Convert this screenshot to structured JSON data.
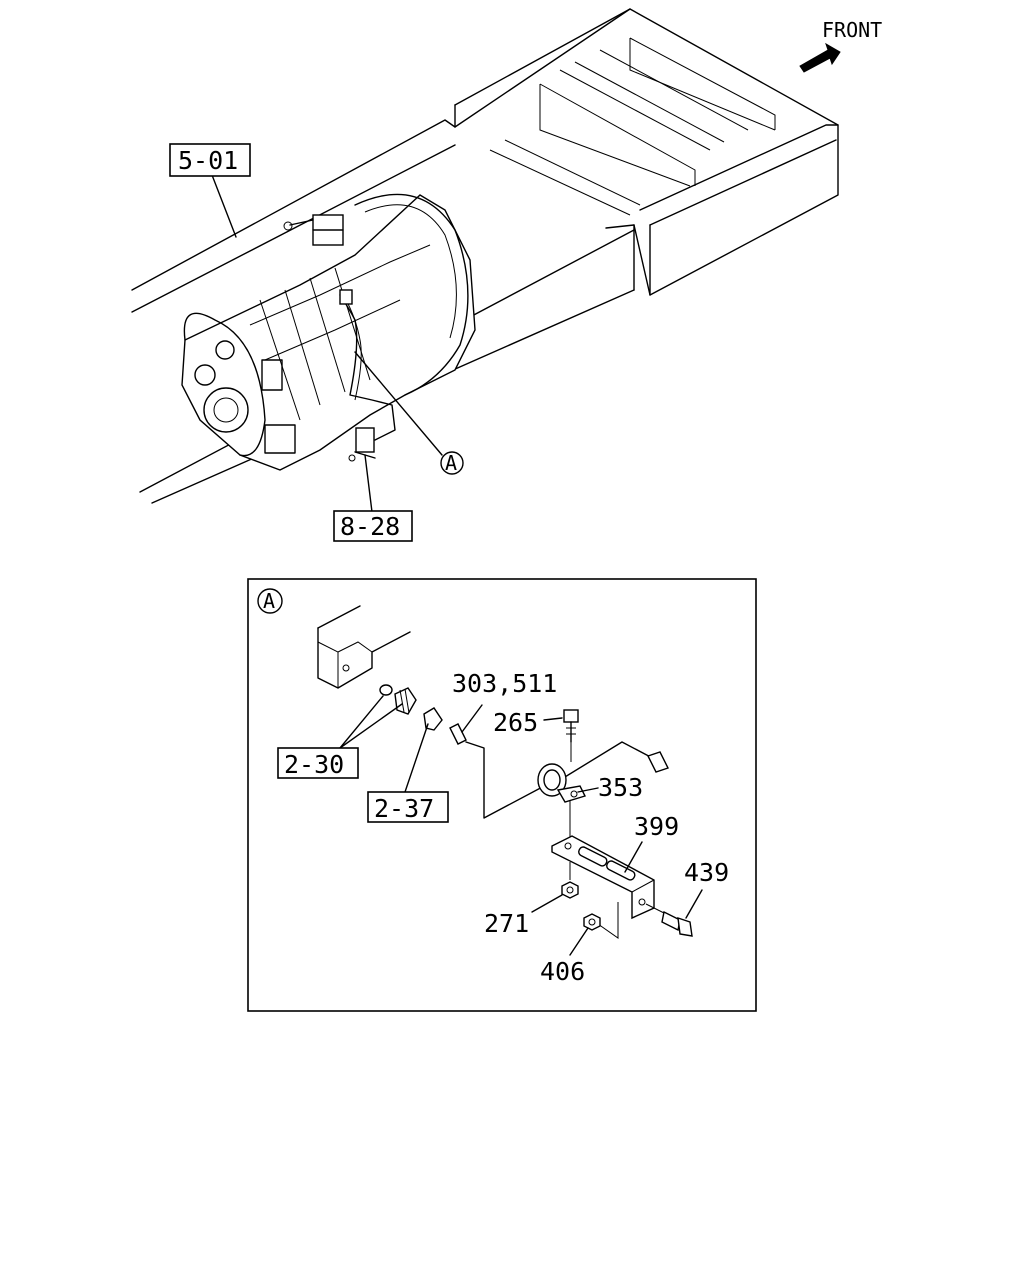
{
  "orientation": {
    "front_label": "FRONT",
    "arrow_icon": "front-arrow-icon"
  },
  "refs": {
    "r501": "5-01",
    "r828": "8-28",
    "r230": "2-30",
    "r237": "2-37"
  },
  "detail": {
    "marker": "A"
  },
  "parts": {
    "p303_511": "303,511",
    "p265": "265",
    "p353": "353",
    "p399": "399",
    "p439": "439",
    "p271": "271",
    "p406": "406"
  }
}
